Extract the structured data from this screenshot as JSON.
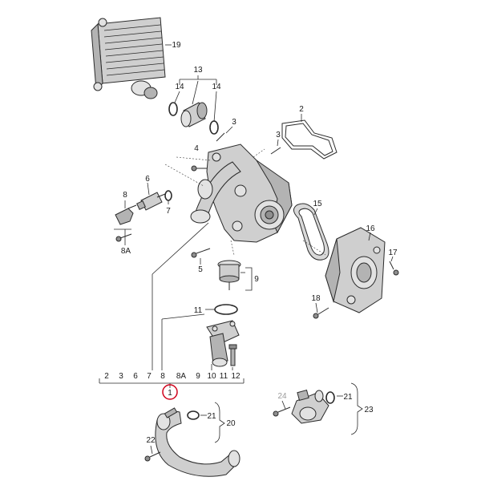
{
  "callouts": {
    "p19": "19",
    "p13": "13",
    "p14a": "14",
    "p14b": "14",
    "p2": "2",
    "p3a": "3",
    "p3b": "3",
    "p4": "4",
    "p6": "6",
    "p7": "7",
    "p8": "8",
    "p8A": "8A",
    "p15": "15",
    "p16": "16",
    "p17": "17",
    "p5": "5",
    "p9": "9",
    "p11": "11",
    "p10": "10",
    "p12": "12",
    "p18": "18",
    "p24": "24",
    "p21a": "21",
    "p21b": "21",
    "p23": "23",
    "p20": "20",
    "p22": "22"
  },
  "assembly_row": [
    "2",
    "3",
    "6",
    "7",
    "8",
    "8A",
    "9",
    "10",
    "11",
    "12"
  ],
  "assembly_number": "1",
  "colors": {
    "highlight_ring": "#d0021b",
    "line": "#2a2a2a",
    "muted_label": "#9a9a9a"
  }
}
